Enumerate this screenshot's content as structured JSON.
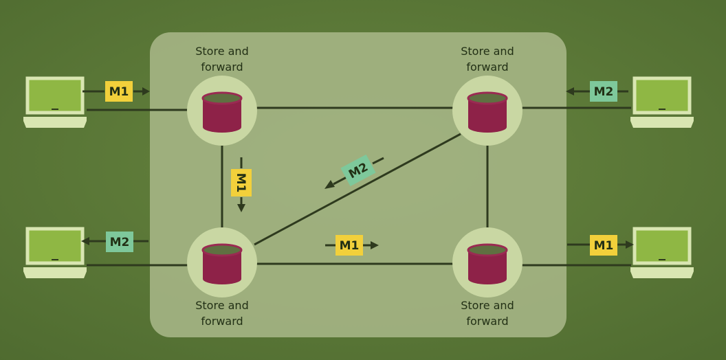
{
  "node_label_line1": "Store and",
  "node_label_line2": "forward",
  "messages": {
    "m1": "M1",
    "m2": "M2"
  },
  "colors": {
    "background": "#5e7d3a",
    "network_panel": "#a5b585",
    "node_ring": "#c9d7a3",
    "cylinder": "#8e2248",
    "cylinder_top": "#5f7041",
    "link": "#2e3a1e",
    "m1_tag": "#f2d03b",
    "m2_tag": "#7ec89b",
    "laptop_screen": "#8fb744",
    "laptop_frame": "#d9e6b2"
  }
}
